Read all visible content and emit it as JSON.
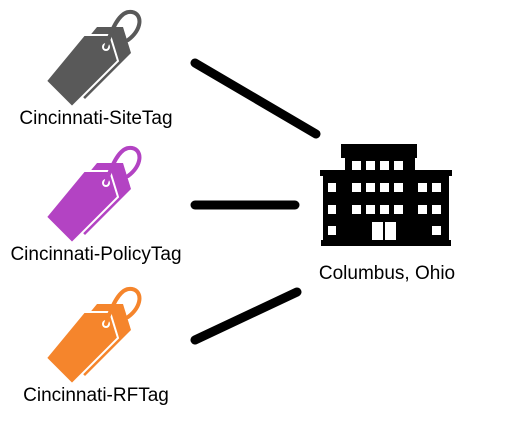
{
  "tags": [
    {
      "label": "Cincinnati-SiteTag",
      "icon": "tag-icon",
      "color": "#595959"
    },
    {
      "label": "Cincinnati-PolicyTag",
      "icon": "tag-icon",
      "color": "#B343C3"
    },
    {
      "label": "Cincinnati-RFTag",
      "icon": "tag-icon",
      "color": "#F5852C"
    }
  ],
  "location": {
    "label": "Columbus, Ohio",
    "icon": "building-icon",
    "color": "#000000"
  }
}
